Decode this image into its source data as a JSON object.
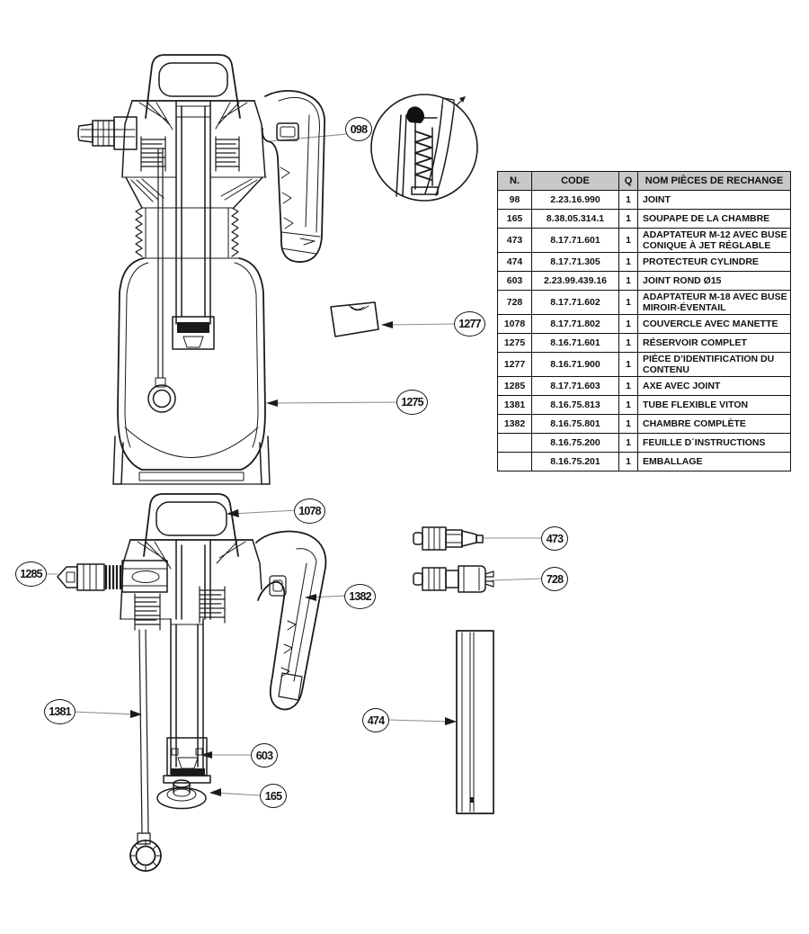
{
  "table": {
    "headers": {
      "n": "N.",
      "code": "CODE",
      "q": "Q",
      "name": "NOM PIÈCES DE RECHANGE"
    },
    "rows": [
      {
        "n": "98",
        "code": "2.23.16.990",
        "q": "1",
        "name": "JOINT"
      },
      {
        "n": "165",
        "code": "8.38.05.314.1",
        "q": "1",
        "name": "SOUPAPE DE LA CHAMBRE"
      },
      {
        "n": "473",
        "code": "8.17.71.601",
        "q": "1",
        "name": "ADAPTATEUR M-12 AVEC BUSE CONIQUE À JET RÉGLABLE"
      },
      {
        "n": "474",
        "code": "8.17.71.305",
        "q": "1",
        "name": "PROTECTEUR CYLINDRE"
      },
      {
        "n": "603",
        "code": "2.23.99.439.16",
        "q": "1",
        "name": "JOINT ROND Ø15"
      },
      {
        "n": "728",
        "code": "8.17.71.602",
        "q": "1",
        "name": "ADAPTATEUR M-18 AVEC BUSE MIROIR-ÉVENTAIL"
      },
      {
        "n": "1078",
        "code": "8.17.71.802",
        "q": "1",
        "name": "COUVERCLE AVEC MANETTE"
      },
      {
        "n": "1275",
        "code": "8.16.71.601",
        "q": "1",
        "name": "RÉSERVOIR COMPLET"
      },
      {
        "n": "1277",
        "code": "8.16.71.900",
        "q": "1",
        "name": "PIÉCE D’IDENTIFICATION DU CONTENU"
      },
      {
        "n": "1285",
        "code": "8.17.71.603",
        "q": "1",
        "name": "AXE AVEC JOINT"
      },
      {
        "n": "1381",
        "code": "8.16.75.813",
        "q": "1",
        "name": "TUBE FLEXIBLE VITON"
      },
      {
        "n": "1382",
        "code": "8.16.75.801",
        "q": "1",
        "name": "CHAMBRE COMPLÈTE"
      },
      {
        "n": "",
        "code": "8.16.75.200",
        "q": "1",
        "name": "FEUILLE D´INSTRUCTIONS"
      },
      {
        "n": "",
        "code": "8.16.75.201",
        "q": "1",
        "name": "EMBALLAGE"
      }
    ]
  },
  "callouts": {
    "c098": "098",
    "c1277": "1277",
    "c1275": "1275",
    "c1078": "1078",
    "c1285": "1285",
    "c1382": "1382",
    "c1381": "1381",
    "c603": "603",
    "c165": "165",
    "c473": "473",
    "c728": "728",
    "c474": "474"
  },
  "colors": {
    "line": "#1a1a1a",
    "leader": "#8c8c8c",
    "table_header_bg": "#c8c8c8",
    "background": "#ffffff"
  }
}
